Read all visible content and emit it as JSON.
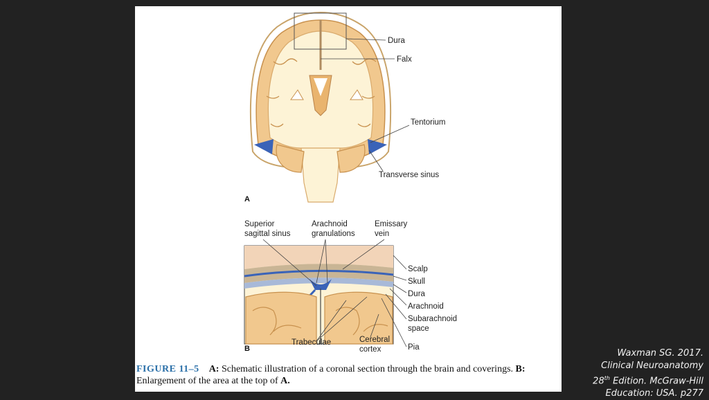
{
  "figure": {
    "panel_a_label": "A",
    "panel_b_label": "B",
    "panel_a_labels": {
      "dura": "Dura",
      "falx": "Falx",
      "tentorium": "Tentorium",
      "transverse_sinus": "Transverse sinus"
    },
    "panel_b_top_labels": {
      "superior_1": "Superior",
      "superior_2": "sagittal sinus",
      "arachnoid_1": "Arachnoid",
      "arachnoid_2": "granulations",
      "emissary_1": "Emissary",
      "emissary_2": "vein"
    },
    "panel_b_side_labels": {
      "scalp": "Scalp",
      "skull": "Skull",
      "dura": "Dura",
      "arachnoid": "Arachnoid",
      "subarachnoid_1": "Subarachnoid",
      "subarachnoid_2": "space",
      "pia": "Pia"
    },
    "panel_b_bottom_labels": {
      "trabeculae": "Trabeculae",
      "cerebral_1": "Cerebral",
      "cerebral_2": "cortex"
    },
    "caption": {
      "figure_number": "FIGURE 11–5",
      "a_label": "A:",
      "a_text": "Schematic illustration of a coronal section through the brain and coverings.",
      "b_label": "B:",
      "b_text": "Enlargement of the area at the top of",
      "b_end": "A."
    }
  },
  "citation": {
    "line1": "Waxman SG. 2017.",
    "line2": "Clinical Neuroanatomy",
    "line3_num": "28",
    "line3_sup": "th",
    "line3_rest": " Edition. McGraw-Hill",
    "line4": "Education: USA. p277"
  },
  "colors": {
    "background": "#222222",
    "brain_fill": "#fdf3d6",
    "gray_matter": "#f1c88e",
    "sinus_blue": "#3a63b8",
    "skull": "#c9b595",
    "scalp": "#f2d4b8"
  }
}
